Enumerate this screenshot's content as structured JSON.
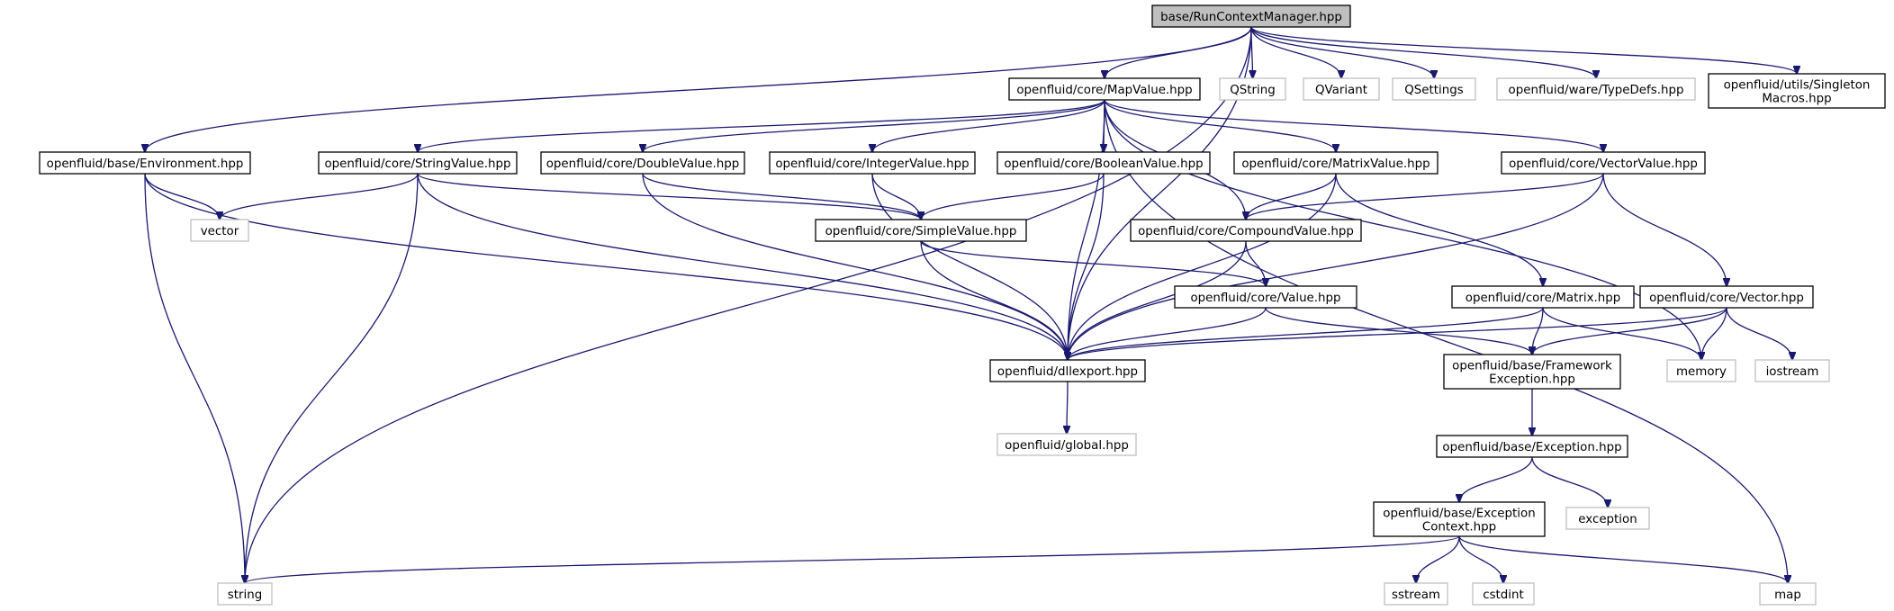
{
  "nodes": {
    "runctx": {
      "lines": [
        "base/RunContextManager.hpp"
      ],
      "kind": "root"
    },
    "mapvalue": {
      "lines": [
        "openfluid/core/MapValue.hpp"
      ],
      "kind": "file"
    },
    "qstring": {
      "lines": [
        "QString"
      ],
      "kind": "system"
    },
    "qvariant": {
      "lines": [
        "QVariant"
      ],
      "kind": "system"
    },
    "qsettings": {
      "lines": [
        "QSettings"
      ],
      "kind": "system"
    },
    "typedefs": {
      "lines": [
        "openfluid/ware/TypeDefs.hpp"
      ],
      "kind": "system"
    },
    "singleton": {
      "lines": [
        "openfluid/utils/Singleton",
        "Macros.hpp"
      ],
      "kind": "file"
    },
    "environment": {
      "lines": [
        "openfluid/base/Environment.hpp"
      ],
      "kind": "file"
    },
    "stringvalue": {
      "lines": [
        "openfluid/core/StringValue.hpp"
      ],
      "kind": "file"
    },
    "doublevalue": {
      "lines": [
        "openfluid/core/DoubleValue.hpp"
      ],
      "kind": "file"
    },
    "integervalue": {
      "lines": [
        "openfluid/core/IntegerValue.hpp"
      ],
      "kind": "file"
    },
    "booleanvalue": {
      "lines": [
        "openfluid/core/BooleanValue.hpp"
      ],
      "kind": "file"
    },
    "matrixvalue": {
      "lines": [
        "openfluid/core/MatrixValue.hpp"
      ],
      "kind": "file"
    },
    "vectorvalue": {
      "lines": [
        "openfluid/core/VectorValue.hpp"
      ],
      "kind": "file"
    },
    "vectorsys": {
      "lines": [
        "vector"
      ],
      "kind": "system"
    },
    "simplevalue": {
      "lines": [
        "openfluid/core/SimpleValue.hpp"
      ],
      "kind": "file"
    },
    "compoundvalue": {
      "lines": [
        "openfluid/core/CompoundValue.hpp"
      ],
      "kind": "file"
    },
    "value": {
      "lines": [
        "openfluid/core/Value.hpp"
      ],
      "kind": "file"
    },
    "matrix": {
      "lines": [
        "openfluid/core/Matrix.hpp"
      ],
      "kind": "file"
    },
    "vectorhpp": {
      "lines": [
        "openfluid/core/Vector.hpp"
      ],
      "kind": "file"
    },
    "dllexport": {
      "lines": [
        "openfluid/dllexport.hpp"
      ],
      "kind": "file"
    },
    "frameworkexc": {
      "lines": [
        "openfluid/base/Framework",
        "Exception.hpp"
      ],
      "kind": "file"
    },
    "memory": {
      "lines": [
        "memory"
      ],
      "kind": "system"
    },
    "iostream": {
      "lines": [
        "iostream"
      ],
      "kind": "system"
    },
    "global": {
      "lines": [
        "openfluid/global.hpp"
      ],
      "kind": "system"
    },
    "exception": {
      "lines": [
        "openfluid/base/Exception.hpp"
      ],
      "kind": "file"
    },
    "exceptionsys": {
      "lines": [
        "exception"
      ],
      "kind": "system"
    },
    "exccontext": {
      "lines": [
        "openfluid/base/Exception",
        "Context.hpp"
      ],
      "kind": "file"
    },
    "string": {
      "lines": [
        "string"
      ],
      "kind": "system"
    },
    "sstream": {
      "lines": [
        "sstream"
      ],
      "kind": "system"
    },
    "cstdint": {
      "lines": [
        "cstdint"
      ],
      "kind": "system"
    },
    "map": {
      "lines": [
        "map"
      ],
      "kind": "system"
    }
  },
  "edges": [
    [
      "runctx",
      "mapvalue"
    ],
    [
      "runctx",
      "qstring"
    ],
    [
      "runctx",
      "qvariant"
    ],
    [
      "runctx",
      "qsettings"
    ],
    [
      "runctx",
      "typedefs"
    ],
    [
      "runctx",
      "singleton"
    ],
    [
      "runctx",
      "environment"
    ],
    [
      "runctx",
      "string"
    ],
    [
      "runctx",
      "dllexport"
    ],
    [
      "mapvalue",
      "stringvalue"
    ],
    [
      "mapvalue",
      "doublevalue"
    ],
    [
      "mapvalue",
      "integervalue"
    ],
    [
      "mapvalue",
      "booleanvalue"
    ],
    [
      "mapvalue",
      "matrixvalue"
    ],
    [
      "mapvalue",
      "vectorvalue"
    ],
    [
      "mapvalue",
      "compoundvalue"
    ],
    [
      "mapvalue",
      "dllexport"
    ],
    [
      "mapvalue",
      "memory"
    ],
    [
      "mapvalue",
      "map"
    ],
    [
      "environment",
      "vectorsys"
    ],
    [
      "environment",
      "string"
    ],
    [
      "environment",
      "dllexport"
    ],
    [
      "stringvalue",
      "vectorsys"
    ],
    [
      "stringvalue",
      "simplevalue"
    ],
    [
      "stringvalue",
      "string"
    ],
    [
      "stringvalue",
      "dllexport"
    ],
    [
      "doublevalue",
      "simplevalue"
    ],
    [
      "doublevalue",
      "dllexport"
    ],
    [
      "integervalue",
      "simplevalue"
    ],
    [
      "integervalue",
      "dllexport"
    ],
    [
      "booleanvalue",
      "simplevalue"
    ],
    [
      "booleanvalue",
      "dllexport"
    ],
    [
      "matrixvalue",
      "compoundvalue"
    ],
    [
      "matrixvalue",
      "matrix"
    ],
    [
      "matrixvalue",
      "dllexport"
    ],
    [
      "vectorvalue",
      "compoundvalue"
    ],
    [
      "vectorvalue",
      "vectorhpp"
    ],
    [
      "vectorvalue",
      "dllexport"
    ],
    [
      "simplevalue",
      "value"
    ],
    [
      "simplevalue",
      "dllexport"
    ],
    [
      "compoundvalue",
      "value"
    ],
    [
      "compoundvalue",
      "dllexport"
    ],
    [
      "value",
      "dllexport"
    ],
    [
      "value",
      "frameworkexc"
    ],
    [
      "matrix",
      "dllexport"
    ],
    [
      "matrix",
      "frameworkexc"
    ],
    [
      "matrix",
      "memory"
    ],
    [
      "vectorhpp",
      "dllexport"
    ],
    [
      "vectorhpp",
      "frameworkexc"
    ],
    [
      "vectorhpp",
      "memory"
    ],
    [
      "vectorhpp",
      "iostream"
    ],
    [
      "dllexport",
      "global"
    ],
    [
      "frameworkexc",
      "exception"
    ],
    [
      "exception",
      "exccontext"
    ],
    [
      "exception",
      "exceptionsys"
    ],
    [
      "exccontext",
      "string"
    ],
    [
      "exccontext",
      "sstream"
    ],
    [
      "exccontext",
      "cstdint"
    ],
    [
      "exccontext",
      "map"
    ]
  ],
  "colors": {
    "edge": "#191970",
    "root_fill": "#bfbfbf",
    "system_border": "#bfbfbf",
    "file_border": "#000000"
  }
}
